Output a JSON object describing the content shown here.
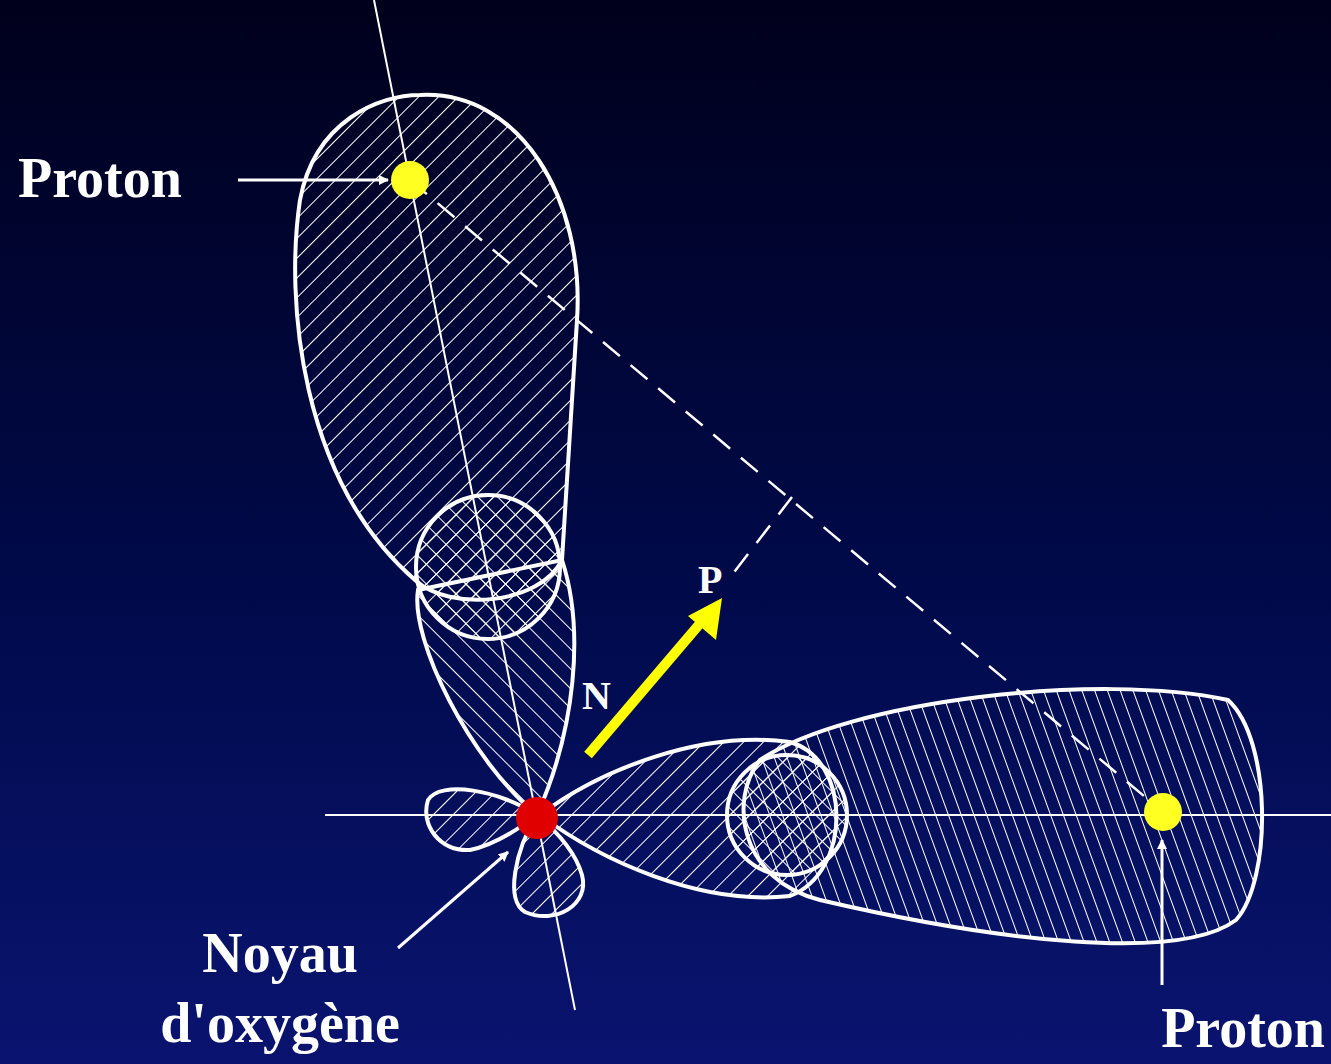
{
  "diagram": {
    "labels": [
      "Proton",
      "P",
      "N",
      "Noyau d'oxygène",
      "Proton"
    ]
  }
}
